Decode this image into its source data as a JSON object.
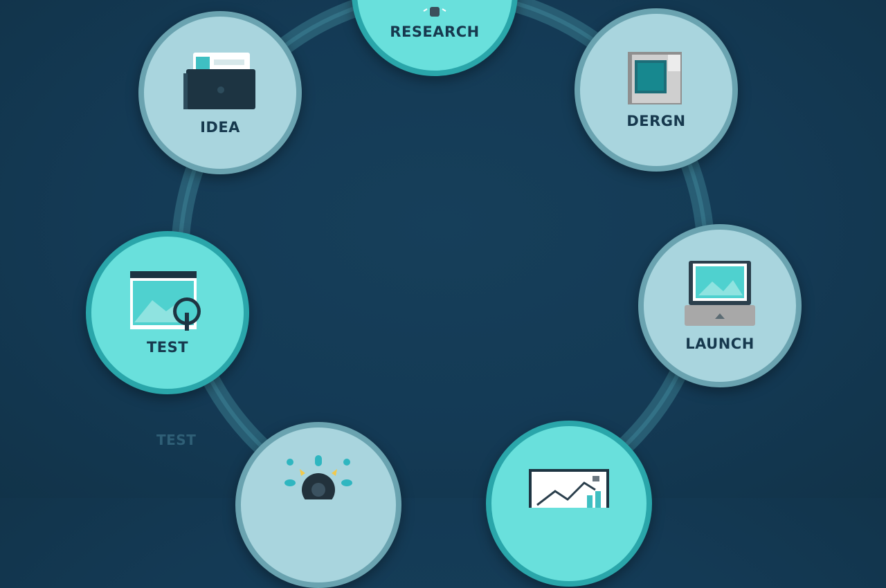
{
  "diagram": {
    "stages": [
      {
        "id": "research",
        "label": "RESEARCH",
        "icon": "microscope-icon",
        "style": "teal"
      },
      {
        "id": "design",
        "label": "DERGN",
        "icon": "design-window-icon",
        "style": "light"
      },
      {
        "id": "launch",
        "label": "LAUNCH",
        "icon": "laptop-icon",
        "style": "light"
      },
      {
        "id": "analyze",
        "label": "",
        "icon": "chart-icon",
        "style": "teal"
      },
      {
        "id": "develop",
        "label": "",
        "icon": "gear-icon",
        "style": "light"
      },
      {
        "id": "test",
        "label": "TEST",
        "icon": "magnifier-screen-icon",
        "style": "teal"
      },
      {
        "id": "idea",
        "label": "IDEA",
        "icon": "folder-icon",
        "style": "light"
      }
    ],
    "ghost_label": "TEST",
    "colors": {
      "background": "#143a55",
      "ring": "#2a6a7e",
      "node_light": "#a9d5de",
      "node_teal": "#69e0dc",
      "label": "#17394e"
    }
  }
}
